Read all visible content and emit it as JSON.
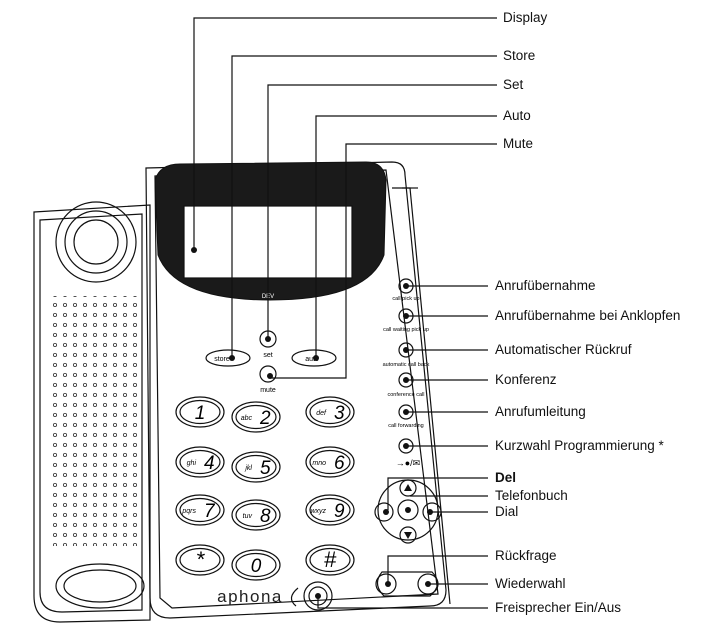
{
  "brand": "aphona",
  "keypad": {
    "keys": [
      {
        "digit": "1",
        "letters": ""
      },
      {
        "digit": "2",
        "letters": "abc"
      },
      {
        "digit": "3",
        "letters": "def"
      },
      {
        "digit": "4",
        "letters": "ghi"
      },
      {
        "digit": "5",
        "letters": "jkl"
      },
      {
        "digit": "6",
        "letters": "mno"
      },
      {
        "digit": "7",
        "letters": "pqrs"
      },
      {
        "digit": "8",
        "letters": "tuv"
      },
      {
        "digit": "9",
        "letters": "wxyz"
      },
      {
        "digit": "*",
        "letters": ""
      },
      {
        "digit": "0",
        "letters": ""
      },
      {
        "digit": "#",
        "letters": ""
      }
    ]
  },
  "phone_labels": {
    "store": "store",
    "set": "set",
    "auto": "auto",
    "mute": "mute",
    "dev": "DEV",
    "call_pick_up": "call pick up",
    "call_waiting_pick_up": "call waiting pick up",
    "automatic_call_back": "automatic call back",
    "conference_call": "conference call",
    "call_forwarding": "call forwarding",
    "speed_dial": "→●/✉"
  },
  "callouts": {
    "display": "Display",
    "store": "Store",
    "set": "Set",
    "auto": "Auto",
    "mute": "Mute",
    "anrufuebernahme": "Anrufübernahme",
    "anklopfen": "Anrufübernahme bei Anklopfen",
    "rueckruf": "Automatischer Rückruf",
    "konferenz": "Konferenz",
    "umleitung": "Anrufumleitung",
    "kurzwahl": "Kurzwahl Programmierung *",
    "del": "Del",
    "telefonbuch": "Telefonbuch",
    "dial": "Dial",
    "rueckfrage": "Rückfrage",
    "wiederwahl": "Wiederwahl",
    "freisprecher": "Freisprecher Ein/Aus"
  }
}
